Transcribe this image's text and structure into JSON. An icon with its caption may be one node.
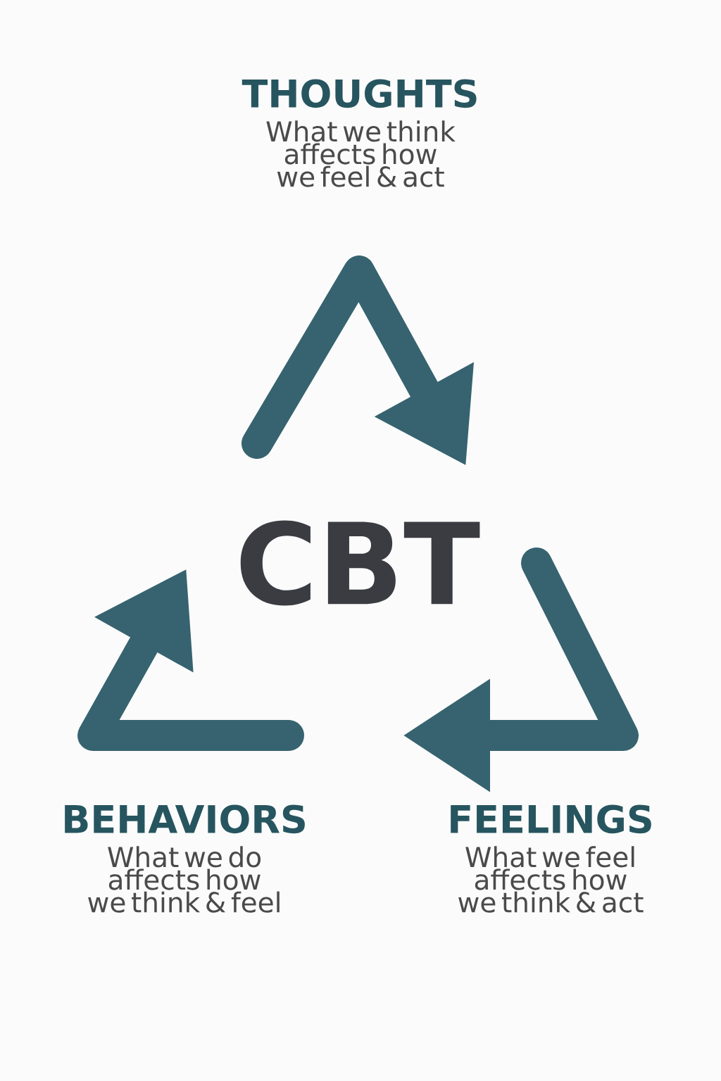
{
  "diagram": {
    "nodes": [
      {
        "text": [
          "THOUGHTS",
          "What we think affects how we feel & act"
        ]
      },
      {
        "text": [
          "FEELINGS",
          "What we feel affects how we think & act"
        ]
      },
      {
        "text": [
          "BEHAVIORS",
          "What we do affects how we think & feel"
        ]
      }
    ],
    "labels": [
      "CBT"
    ]
  }
}
